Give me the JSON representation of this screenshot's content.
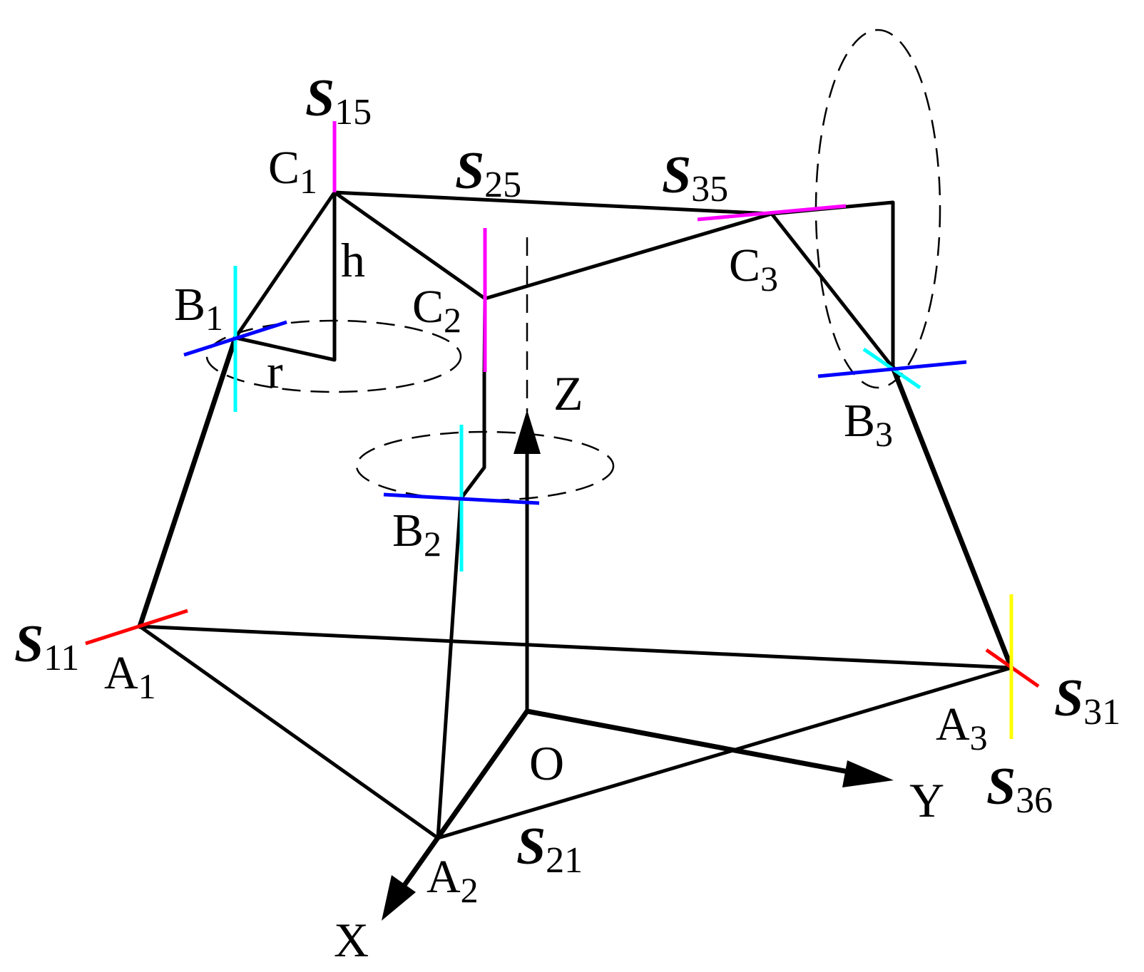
{
  "points": {
    "A1": {
      "letter": "A",
      "sub": "1"
    },
    "A2": {
      "letter": "A",
      "sub": "2"
    },
    "A3": {
      "letter": "A",
      "sub": "3"
    },
    "B1": {
      "letter": "B",
      "sub": "1"
    },
    "B2": {
      "letter": "B",
      "sub": "2"
    },
    "B3": {
      "letter": "B",
      "sub": "3"
    },
    "C1": {
      "letter": "C",
      "sub": "1"
    },
    "C2": {
      "letter": "C",
      "sub": "2"
    },
    "C3": {
      "letter": "C",
      "sub": "3"
    }
  },
  "axes": {
    "x": "X",
    "y": "Y",
    "z": "Z",
    "origin": "O"
  },
  "dimensions": {
    "height": "h",
    "radius": "r"
  },
  "screws": {
    "s11": {
      "symbol": "S",
      "sub": "11"
    },
    "s15": {
      "symbol": "S",
      "sub": "15"
    },
    "s21": {
      "symbol": "S",
      "sub": "21"
    },
    "s25": {
      "symbol": "S",
      "sub": "25"
    },
    "s31": {
      "symbol": "S",
      "sub": "31"
    },
    "s35": {
      "symbol": "S",
      "sub": "35"
    },
    "s36": {
      "symbol": "S",
      "sub": "36"
    }
  },
  "colors": {
    "link": "#000000",
    "screw_red": "#ff0000",
    "screw_magenta": "#ff00ff",
    "screw_cyan": "#00ffff",
    "screw_blue": "#0000ff",
    "screw_yellow": "#ffff00"
  }
}
